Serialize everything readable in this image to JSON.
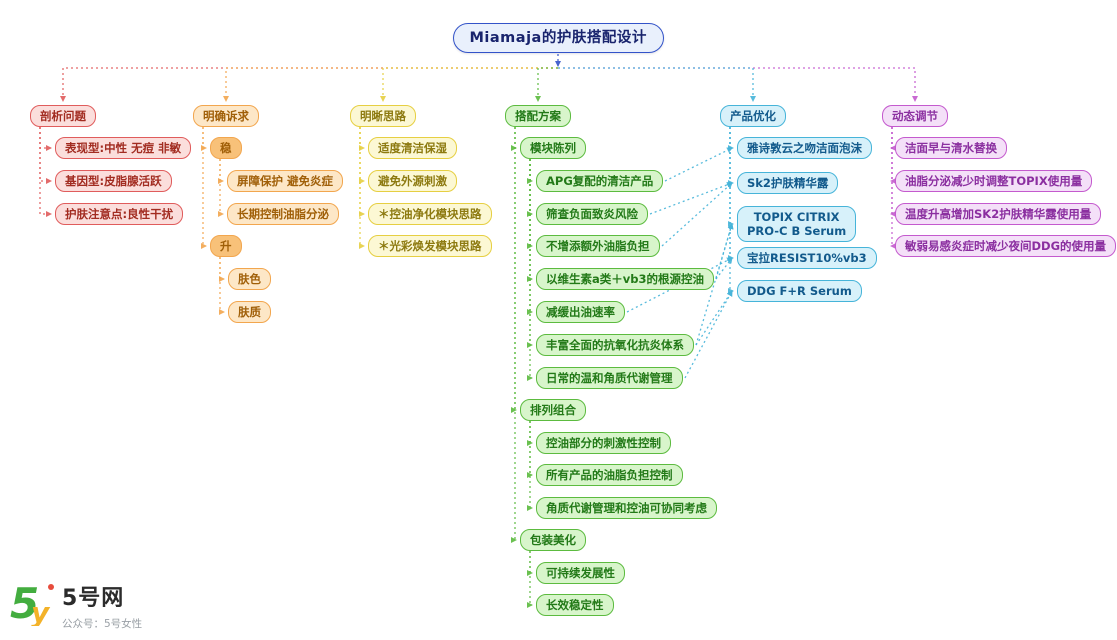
{
  "page": {
    "background": "#ffffff"
  },
  "mindmap": {
    "title": "Miamaja的护肤搭配设计",
    "colors": {
      "blue": {
        "border": "#3353c9",
        "bg": "#e9f0fc",
        "text": "#19246d"
      },
      "red": {
        "border": "#e05c5c",
        "bg": "#fbdedc",
        "text": "#a22c21"
      },
      "orange": {
        "border": "#f2a64e",
        "bg": "#fde7c7",
        "text": "#a05f08",
        "emph_bg": "#f8c179"
      },
      "yellow": {
        "border": "#e6cf42",
        "bg": "#fcf8d4",
        "text": "#8d7a10"
      },
      "green": {
        "border": "#5cbb3f",
        "bg": "#d8f5cb",
        "text": "#237a18"
      },
      "cyan": {
        "border": "#46b4d9",
        "bg": "#d7f1fa",
        "text": "#125a8c"
      },
      "purple": {
        "border": "#c45ace",
        "bg": "#f4e0f8",
        "text": "#8b2fa0"
      }
    },
    "branches": [
      {
        "id": "b1",
        "color": "red",
        "label": "剖析问题",
        "children": [
          {
            "id": "b1c1",
            "label": "表现型:中性 无痘 非敏"
          },
          {
            "id": "b1c2",
            "label": "基因型:皮脂腺活跃"
          },
          {
            "id": "b1c3",
            "label": "护肤注意点:良性干扰"
          }
        ]
      },
      {
        "id": "b2",
        "color": "orange",
        "label": "明确诉求",
        "children": [
          {
            "id": "b2c1",
            "label": "稳",
            "emphasis": true,
            "children": [
              {
                "id": "b2c1a",
                "label": "屏障保护 避免炎症"
              },
              {
                "id": "b2c1b",
                "label": "长期控制油脂分泌"
              }
            ]
          },
          {
            "id": "b2c2",
            "label": "升",
            "emphasis": true,
            "children": [
              {
                "id": "b2c2a",
                "label": "肤色"
              },
              {
                "id": "b2c2b",
                "label": "肤质"
              }
            ]
          }
        ]
      },
      {
        "id": "b3",
        "color": "yellow",
        "label": "明晰思路",
        "children": [
          {
            "id": "b3c1",
            "label": "适度清洁保湿"
          },
          {
            "id": "b3c2",
            "label": "避免外源刺激"
          },
          {
            "id": "b3c3",
            "label": "＊控油净化模块思路"
          },
          {
            "id": "b3c4",
            "label": "＊光彩焕发模块思路"
          }
        ]
      },
      {
        "id": "b4",
        "color": "green",
        "label": "搭配方案",
        "children": [
          {
            "id": "b4c1",
            "label": "模块陈列",
            "children": [
              {
                "id": "b4c1a",
                "label": "APG复配的清洁产品"
              },
              {
                "id": "b4c1b",
                "label": "筛查负面致炎风险"
              },
              {
                "id": "b4c1c",
                "label": "不增添额外油脂负担"
              },
              {
                "id": "b4c1d",
                "label": "以维生素a类＋vb3的根源控油"
              },
              {
                "id": "b4c1e",
                "label": "减缓出油速率"
              },
              {
                "id": "b4c1f",
                "label": "丰富全面的抗氧化抗炎体系"
              },
              {
                "id": "b4c1g",
                "label": "日常的温和角质代谢管理"
              }
            ]
          },
          {
            "id": "b4c2",
            "label": "排列组合",
            "children": [
              {
                "id": "b4c2a",
                "label": "控油部分的刺激性控制"
              },
              {
                "id": "b4c2b",
                "label": "所有产品的油脂负担控制"
              },
              {
                "id": "b4c2c",
                "label": "角质代谢管理和控油可协同考虑"
              }
            ]
          },
          {
            "id": "b4c3",
            "label": "包装美化",
            "children": [
              {
                "id": "b4c3a",
                "label": "可持续发展性"
              },
              {
                "id": "b4c3b",
                "label": "长效稳定性"
              }
            ]
          }
        ]
      },
      {
        "id": "b5",
        "color": "cyan",
        "label": "产品优化",
        "children": [
          {
            "id": "b5c1",
            "label": "雅诗敦云之吻洁面泡沫"
          },
          {
            "id": "b5c2",
            "label": "Sk2护肤精华露",
            "bold": true
          },
          {
            "id": "b5c3",
            "label": "TOPIX CITRIX\nPRO-C B Serum",
            "bold": true
          },
          {
            "id": "b5c4",
            "label": "宝拉RESIST10%vb3"
          },
          {
            "id": "b5c5",
            "label": "DDG F+R Serum",
            "bold": true
          }
        ]
      },
      {
        "id": "b6",
        "color": "purple",
        "label": "动态调节",
        "children": [
          {
            "id": "b6c1",
            "label": "洁面早与清水替换"
          },
          {
            "id": "b6c2",
            "label": "油脂分泌减少时调整TOPIX使用量"
          },
          {
            "id": "b6c3",
            "label": "温度升高增加SK2护肤精华露使用量"
          },
          {
            "id": "b6c4",
            "label": "敏弱易感炎症时减少夜间DDG的使用量"
          }
        ]
      }
    ],
    "cross_links": [
      {
        "from": "b4c1a",
        "to": "b5c1"
      },
      {
        "from": "b4c1b",
        "to": "b5c2"
      },
      {
        "from": "b4c1c",
        "to": "b5c2"
      },
      {
        "from": "b4c1d",
        "to": "b5c3"
      },
      {
        "from": "b4c1d",
        "to": "b5c4"
      },
      {
        "from": "b4c1e",
        "to": "b5c4"
      },
      {
        "from": "b4c1f",
        "to": "b5c3"
      },
      {
        "from": "b4c1f",
        "to": "b5c5"
      },
      {
        "from": "b4c1g",
        "to": "b5c5"
      }
    ]
  },
  "watermark": {
    "site_name": "5号网",
    "slogan": "公众号：5号女性",
    "logo_text": "5y"
  }
}
